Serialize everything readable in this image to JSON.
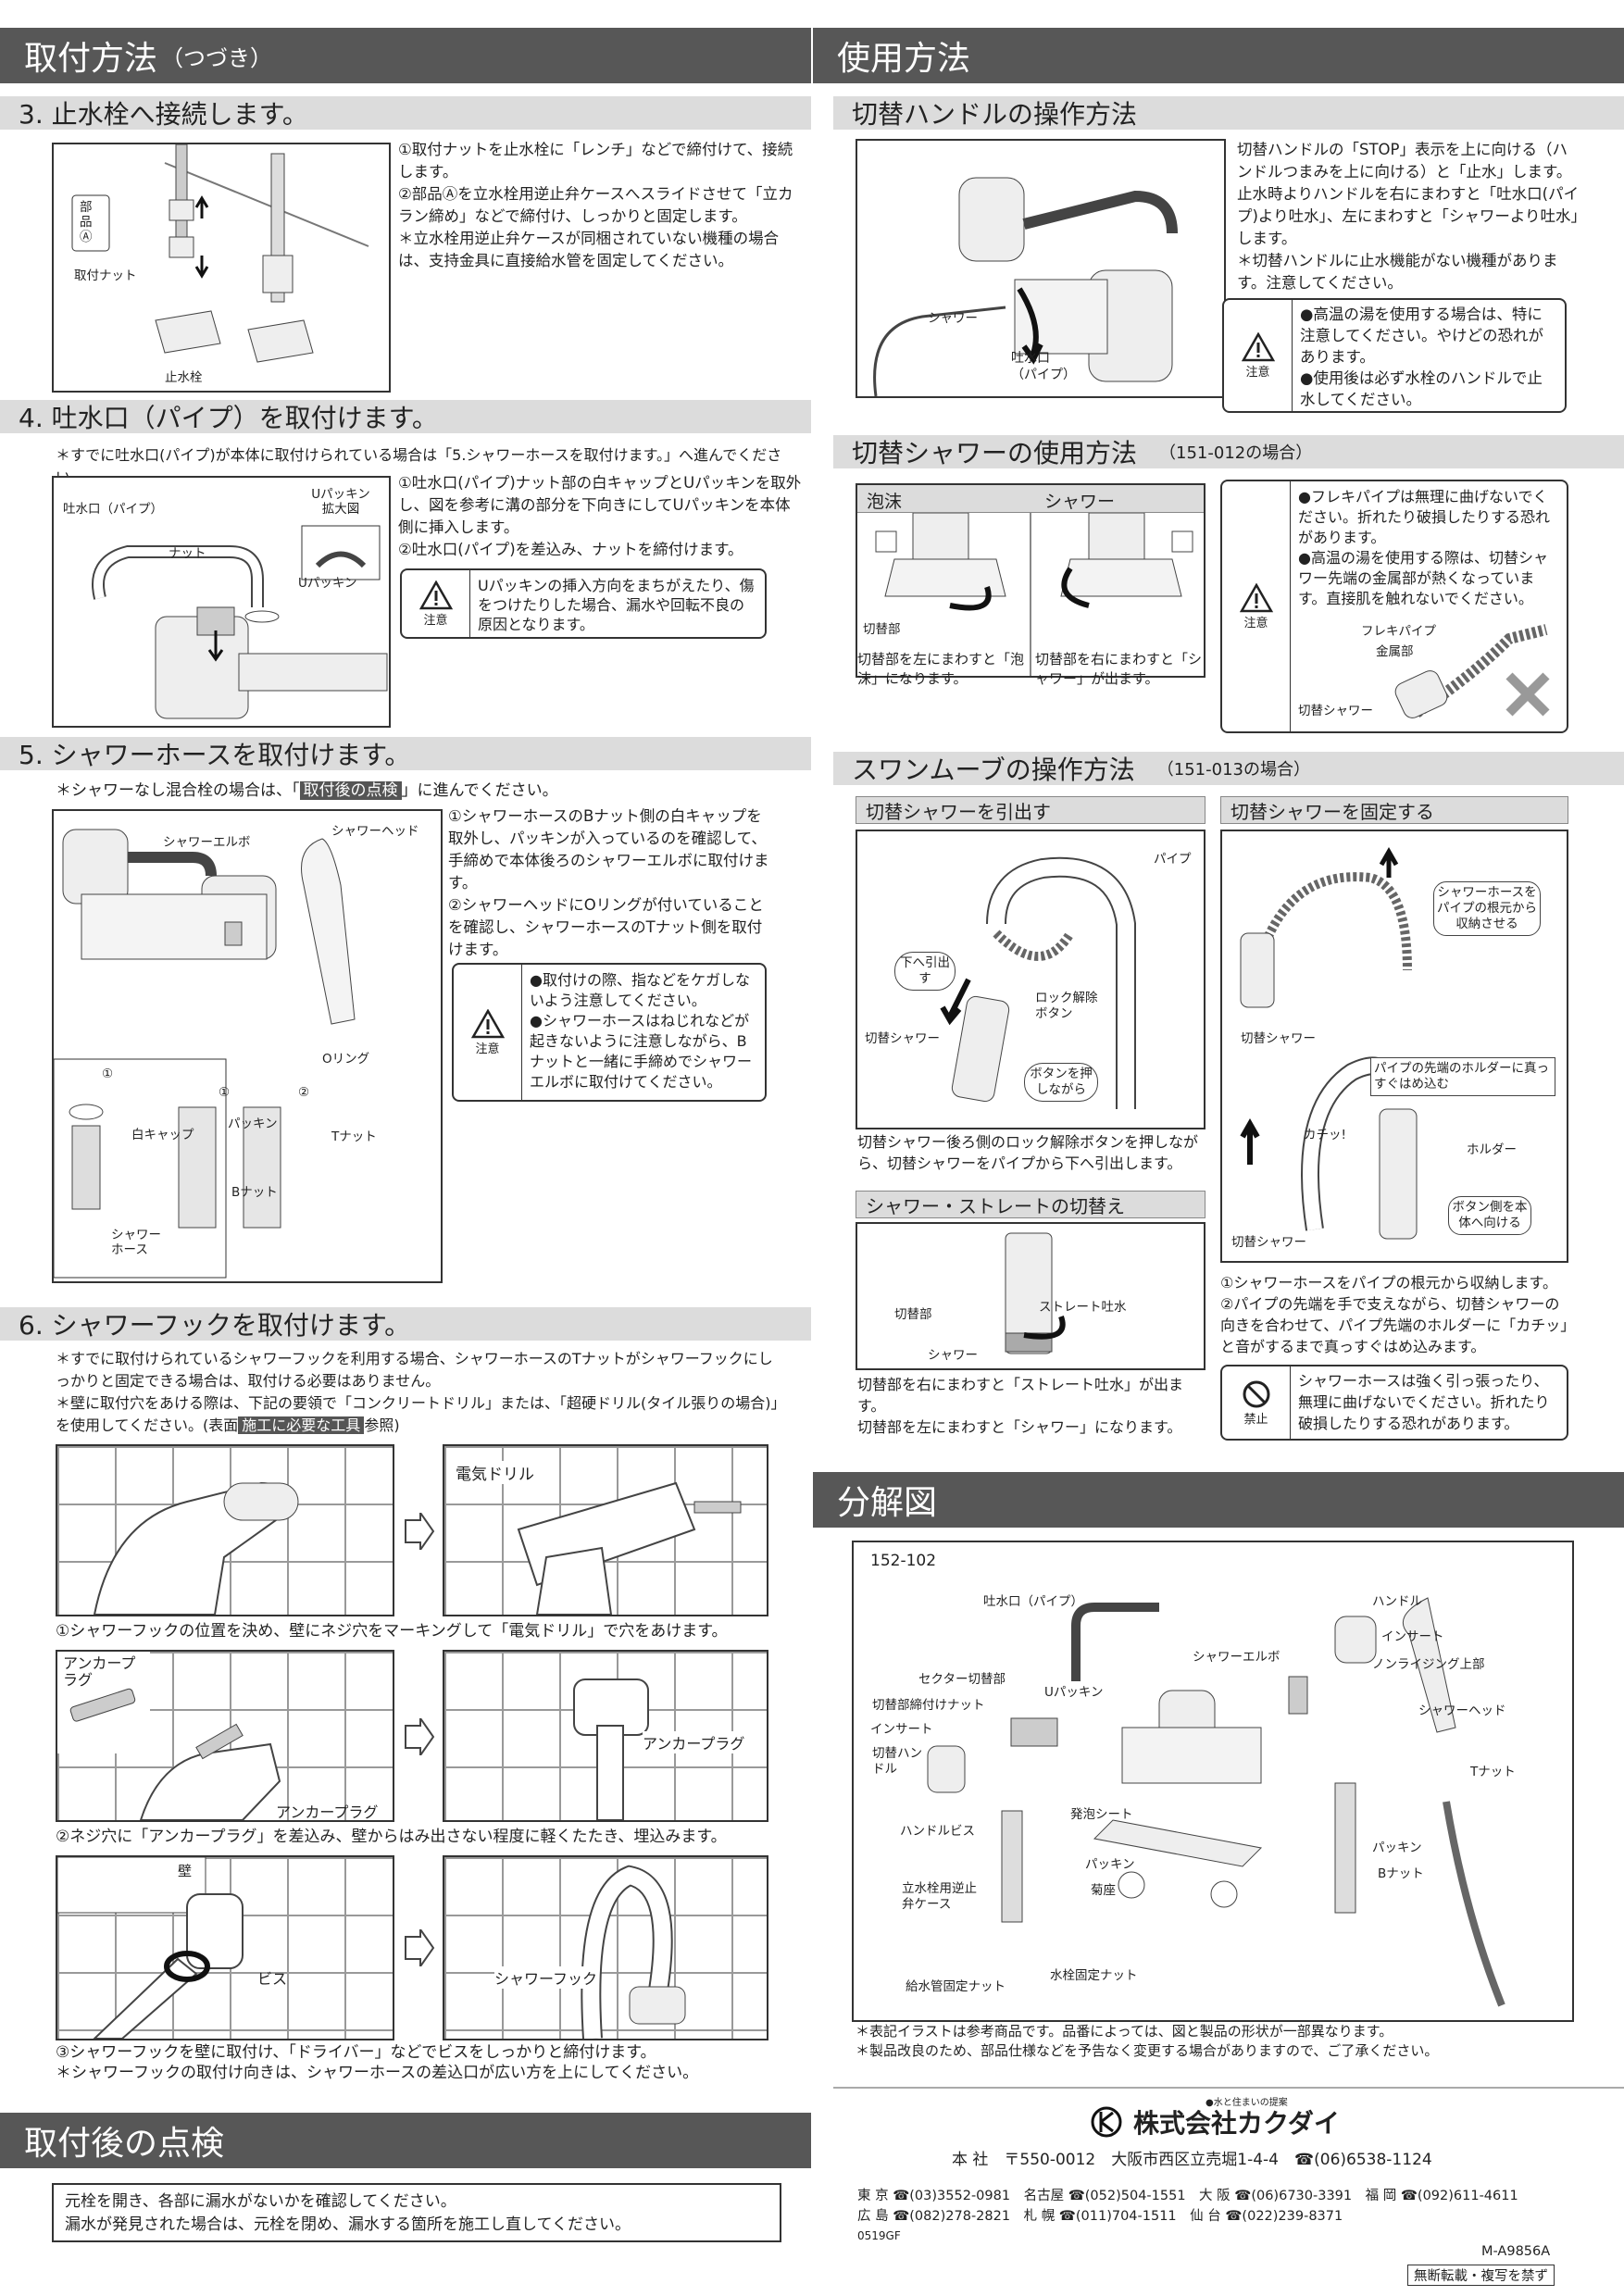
{
  "headers": {
    "install_cont": "取付方法",
    "install_cont_sub": "（つづき）",
    "usage": "使用方法",
    "exploded": "分解図",
    "inspection": "取付後の点検"
  },
  "s3": {
    "title": "3. 止水栓へ接続します。",
    "items": [
      "①取付ナットを止水栓に「レンチ」などで締付けて、接続します。",
      "②部品Ⓐを立水栓用逆止弁ケースへスライドさせて「立カラン締め」などで締付け、しっかりと固定します。",
      "＊立水栓用逆止弁ケースが同梱されていない機種の場合は、支持金具に直接給水管を固定してください。"
    ],
    "labels": {
      "part": "部品",
      "part_a": "Ⓐ",
      "nut": "取付ナット",
      "stop": "止水栓"
    }
  },
  "s4": {
    "title": "4. 吐水口（パイプ）を取付けます。",
    "pre": "＊すでに吐水口(パイプ)が本体に取付けられている場合は「5.シャワーホースを取付けます。」へ進んでください。",
    "items": [
      "①吐水口(パイプ)ナット部の白キャップとUパッキンを取外し、図を参考に溝の部分を下向きにしてUパッキンを本体側に挿入します。",
      "②吐水口(パイプ)を差込み、ナットを締付けます。"
    ],
    "caution": "Uパッキンの挿入方向をまちがえたり、傷をつけたりした場合、漏水や回転不良の原因となります。",
    "labels": {
      "pipe": "吐水口（パイプ）",
      "nut": "ナット",
      "up": "Uパッキン",
      "enlarge": "Uパッキン拡大図"
    }
  },
  "caution_word": "注意",
  "prohibit_word": "禁止",
  "s5": {
    "title": "5. シャワーホースを取付けます。",
    "pre_a": "＊シャワーなし混合栓の場合は、「",
    "pre_link": "取付後の点検",
    "pre_b": "」に進んでください。",
    "items": [
      "①シャワーホースのBナット側の白キャップを取外し、パッキンが入っているのを確認して、手締めで本体後ろのシャワーエルボに取付けます。",
      "②シャワーヘッドにOリングが付いていることを確認し、シャワーホースのTナット側を取付けます。"
    ],
    "caution": [
      "●取付けの際、指などをケガしないよう注意してください。",
      "●シャワーホースはねじれなどが起きないように注意しながら、Bナットと一緒に手締めでシャワーエルボに取付けてください。"
    ],
    "labels": {
      "elbow": "シャワーエルボ",
      "head": "シャワーヘッド",
      "oring": "Oリング",
      "cap": "白キャップ",
      "packing": "パッキン",
      "bnut": "Bナット",
      "tnut": "Tナット",
      "hose": "シャワーホース",
      "c1": "①",
      "c1b": "①",
      "c2": "②"
    }
  },
  "s6": {
    "title": "6. シャワーフックを取付けます。",
    "pre": [
      "＊すでに取付けられているシャワーフックを利用する場合、シャワーホースのTナットがシャワーフックにしっかりと固定できる場合は、取付ける必要はありません。",
      "＊壁に取付穴をあける際は、下記の要領で「コンクリートドリル」または、「超硬ドリル(タイル張りの場合)」を使用してください。(表面"
    ],
    "pre_link": "施工に必要な工具",
    "pre_end": "参照)",
    "step1": "①シャワーフックの位置を決め、壁にネジ穴をマーキングして「電気ドリル」で穴をあけます。",
    "step2": "②ネジ穴に「アンカープラグ」を差込み、壁からはみ出さない程度に軽くたたき、埋込みます。",
    "step3": "③シャワーフックを壁に取付け、「ドライバー」などでビスをしっかりと締付けます。",
    "step3b": "＊シャワーフックの取付け向きは、シャワーホースの差込口が広い方を上にしてください。",
    "labels": {
      "drill": "電気ドリル",
      "anchor": "アンカープラグ",
      "anchor2": "アンカープラグ",
      "anchor3": "アンカープラグ",
      "wall": "壁",
      "screw": "ビス",
      "hook": "シャワーフック"
    }
  },
  "switch": {
    "title": "切替ハンドルの操作方法",
    "text": "切替ハンドルの「STOP」表示を上に向ける（ハンドルつまみを上に向ける）と「止水」します。止水時よりハンドルを右にまわすと「吐水口(パイプ)より吐水」、左にまわすと「シャワーより吐水」します。",
    "note": "＊切替ハンドルに止水機能がない機種があります。注意してください。",
    "caution": [
      "●高温の湯を使用する場合は、特に注意してください。やけどの恐れがあります。",
      "●使用後は必ず水栓のハンドルで止水してください。"
    ],
    "labels": {
      "shower": "シャワー",
      "pipe": "吐水口",
      "pipe2": "（パイプ）"
    }
  },
  "kirikae": {
    "title": "切替シャワーの使用方法",
    "sub": "（151-012の場合）",
    "col1": "泡沫",
    "col2": "シャワー",
    "lab": "切替部",
    "cap1": "切替部を左にまわすと「泡沫」になります。",
    "cap2": "切替部を右にまわすと「シャワー」が出ます。",
    "caution": [
      "●フレキパイプは無理に曲げないでください。折れたり破損したりする恐れがあります。",
      "●高温の湯を使用する際は、切替シャワー先端の金属部が熱くなっています。直接肌を触れないでください。"
    ],
    "labels": {
      "flex": "フレキパイプ",
      "metal": "金属部",
      "kshower": "切替シャワー"
    }
  },
  "swan": {
    "title": "スワンムーブの操作方法",
    "sub": "（151-013の場合）",
    "h1": "切替シャワーを引出す",
    "h2": "切替シャワーを固定する",
    "labels": {
      "pipe": "パイプ",
      "down": "下へ引出す",
      "lock": "ロック解除ボタン",
      "press": "ボタンを押しながら",
      "kshower": "切替シャワー",
      "kshower2": "切替シャワー",
      "kshower3": "切替シャワー",
      "retract": "シャワーホースをパイプの根元から収納させる",
      "holder_note": "パイプの先端のホルダーに真っすぐはめ込む",
      "click": "カチッ!",
      "holder": "ホルダー",
      "body": "ボタン側を本体へ向ける"
    },
    "cap1": "切替シャワー後ろ側のロック解除ボタンを押しながら、切替シャワーをパイプから下へ引出します。",
    "st_title": "シャワー・ストレートの切替え",
    "st_labels": {
      "part": "切替部",
      "straight": "ストレート吐水",
      "shower": "シャワー"
    },
    "st_cap": [
      "切替部を右にまわすと「ストレート吐水」が出ます。",
      "切替部を左にまわすと「シャワー」になります。"
    ],
    "fix_cap": [
      "①シャワーホースをパイプの根元から収納します。",
      "②パイプの先端を手で支えながら、切替シャワーの向きを合わせて、パイプ先端のホルダーに「カチッ」と音がするまで真っすぐはめ込みます。"
    ],
    "prohibit": "シャワーホースは強く引っ張ったり、無理に曲げないでください。折れたり破損したりする恐れがあります。"
  },
  "exploded": {
    "model": "152-102",
    "parts": {
      "pipe": "吐水口（パイプ）",
      "handle": "ハンドル",
      "insert": "インサート",
      "nonrising": "ノンライジング上部",
      "sector": "セクター切替部",
      "up": "Uパッキン",
      "elbow": "シャワーエルボ",
      "snut": "切替部締付けナット",
      "insert2": "インサート",
      "shead": "シャワーヘッド",
      "khandle": "切替ハンドル",
      "tnut": "Tナット",
      "foam": "発泡シート",
      "hbis": "ハンドルビス",
      "packing": "パッキン",
      "kiku": "菊座",
      "bnut": "Bナット",
      "packing2": "パッキン",
      "check": "立水栓用逆止弁ケース",
      "fixnut": "水栓固定ナット",
      "supply": "給水管固定ナット"
    },
    "notes": [
      "＊表記イラストは参考商品です。品番によっては、図と製品の形状が一部異なります。",
      "＊製品改良のため、部品仕様などを予告なく変更する場合がありますので、ご了承ください。"
    ]
  },
  "inspection": [
    "元栓を開き、各部に漏水がないかを確認してください。",
    "漏水が発見された場合は、元栓を閉め、漏水する箇所を施工し直してください。"
  ],
  "company": {
    "tag": "●水と住まいの提案",
    "name": "株式会社カクダイ",
    "hq": "本 社　〒550-0012　大阪市西区立売堀1-4-4　☎(06)6538-1124",
    "branches": [
      "東 京 ☎(03)3552-0981　名古屋 ☎(052)504-1551　大 阪 ☎(06)6730-3391　福 岡 ☎(092)611-4611",
      "広 島 ☎(082)278-2821　札 幌 ☎(011)704-1511　仙 台 ☎(022)239-8371"
    ],
    "code": "0519GF",
    "doc": "M-A9856A",
    "copy": "無断転載・複写を禁ず"
  }
}
